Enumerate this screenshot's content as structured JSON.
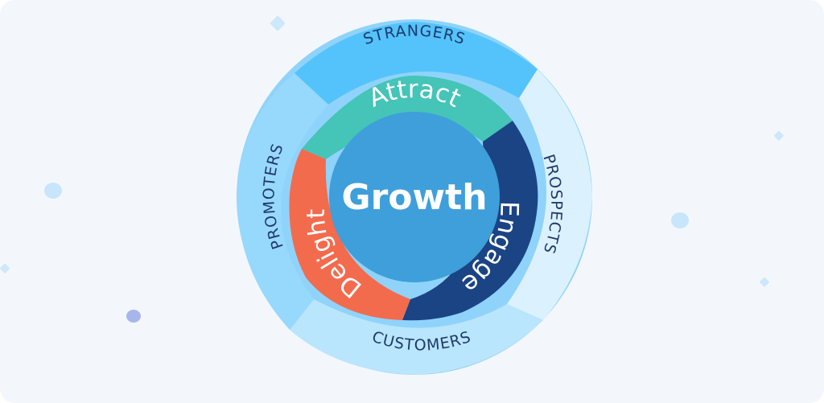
{
  "center": {
    "label": "Growth"
  },
  "inner_stages": [
    {
      "label": "Attract",
      "color": "#45c4b8"
    },
    {
      "label": "Engage",
      "color": "#1b4485"
    },
    {
      "label": "Delight",
      "color": "#f26b4d"
    }
  ],
  "outer_stages": [
    {
      "label": "STRANGERS",
      "color": "#54c3fb"
    },
    {
      "label": "PROSPECTS",
      "color": "#dcf1fe"
    },
    {
      "label": "CUSTOMERS",
      "color": "#b9e5fd"
    },
    {
      "label": "PROMOTERS",
      "color": "#97d8fd"
    }
  ],
  "colors": {
    "background": "#f3f7fc",
    "outer_ring": "#8fd3fb",
    "hub": "#3e9fda",
    "label_dark": "#1f3a6b",
    "label_light": "#ffffff"
  }
}
